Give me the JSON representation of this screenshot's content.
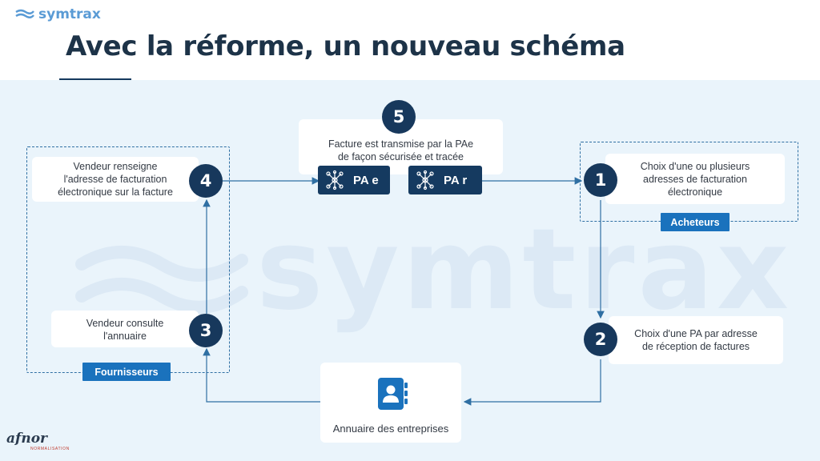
{
  "brand": {
    "name": "symtrax"
  },
  "slide": {
    "title": "Avec la réforme, un nouveau schéma"
  },
  "watermark": {
    "text": "symtrax"
  },
  "steps": {
    "s1": {
      "number": "1",
      "text": [
        "Choix d'une ou plusieurs",
        "adresses de facturation",
        "électronique"
      ]
    },
    "s2": {
      "number": "2",
      "text": [
        "Choix d'une PA par adresse",
        "de réception de factures"
      ]
    },
    "s3": {
      "number": "3",
      "text": [
        "Vendeur consulte",
        "l'annuaire"
      ]
    },
    "s4": {
      "number": "4",
      "text": [
        "Vendeur renseigne",
        "l'adresse de facturation",
        "électronique sur la facture"
      ]
    },
    "s5": {
      "number": "5",
      "text": [
        "Facture est transmise par la PAe",
        "de façon sécurisée et tracée"
      ]
    }
  },
  "platforms": {
    "pae": "PA e",
    "par": "PA r"
  },
  "groups": {
    "buyers": "Acheteurs",
    "suppliers": "Fournisseurs"
  },
  "directory": {
    "label": "Annuaire des entreprises"
  },
  "footer": {
    "logo": "afnor",
    "sublabel": "NORMALISATION"
  },
  "colors": {
    "navy": "#17385c",
    "accent": "#1a72bd",
    "background": "#eaf4fb",
    "line": "#2f6fa3"
  }
}
